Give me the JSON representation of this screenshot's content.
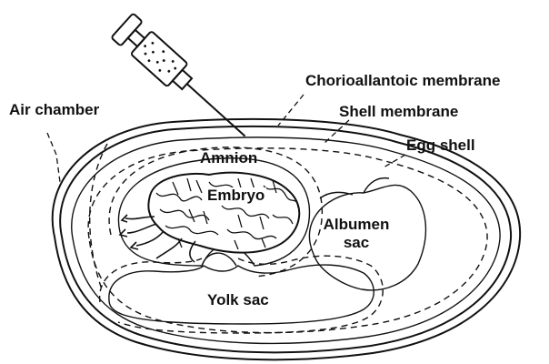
{
  "labels": {
    "air_chamber": "Air chamber",
    "chorioallantoic_membrane": "Chorioallantoic  membrane",
    "shell_membrane": "Shell membrane",
    "egg_shell": "Egg shell",
    "amnion": "Amnion",
    "embryo": "Embryo",
    "albumen_sac_line1": "Albumen",
    "albumen_sac_line2": "sac",
    "yolk_sac": "Yolk sac"
  },
  "icons": {
    "syringe": "syringe-icon"
  },
  "colors": {
    "ink": "#111111",
    "background": "#ffffff"
  }
}
